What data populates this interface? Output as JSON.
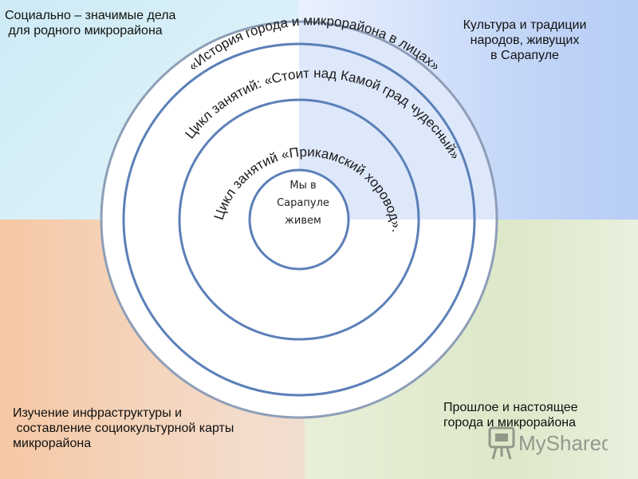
{
  "quadrants": {
    "top_left": {
      "label": "Социально – значимые дела\n для родного микрорайона"
    },
    "top_right": {
      "label": "Культура и традиции\nнародов, живущих\nв Сарапуле"
    },
    "bottom_left": {
      "label": "Изучение инфраструктуры и\n составление социокультурной карты\nмикрорайона"
    },
    "bottom_right": {
      "label": "Прошлое и настоящее\nгорода и микрорайона"
    }
  },
  "rings": {
    "outer": {
      "label": "«История города и микрорайона в лицах»"
    },
    "middle": {
      "label": "Цикл занятий: «Стоит над Камой град чудесный»"
    },
    "inner": {
      "label": "Цикл занятий «Прикамский хоровод»."
    }
  },
  "center": {
    "label": "Мы в\nСарапуле\nживем"
  },
  "watermark": {
    "text": "MyShared",
    "icon": "presentation-board-icon"
  },
  "colors": {
    "ring_stroke": "#5b80b8",
    "top_left_fill": "#d6eef7",
    "top_right_fill": "#c3d6f8",
    "bottom_left_fill": "#f6c8a4",
    "bottom_right_fill": "#e1eacf"
  }
}
